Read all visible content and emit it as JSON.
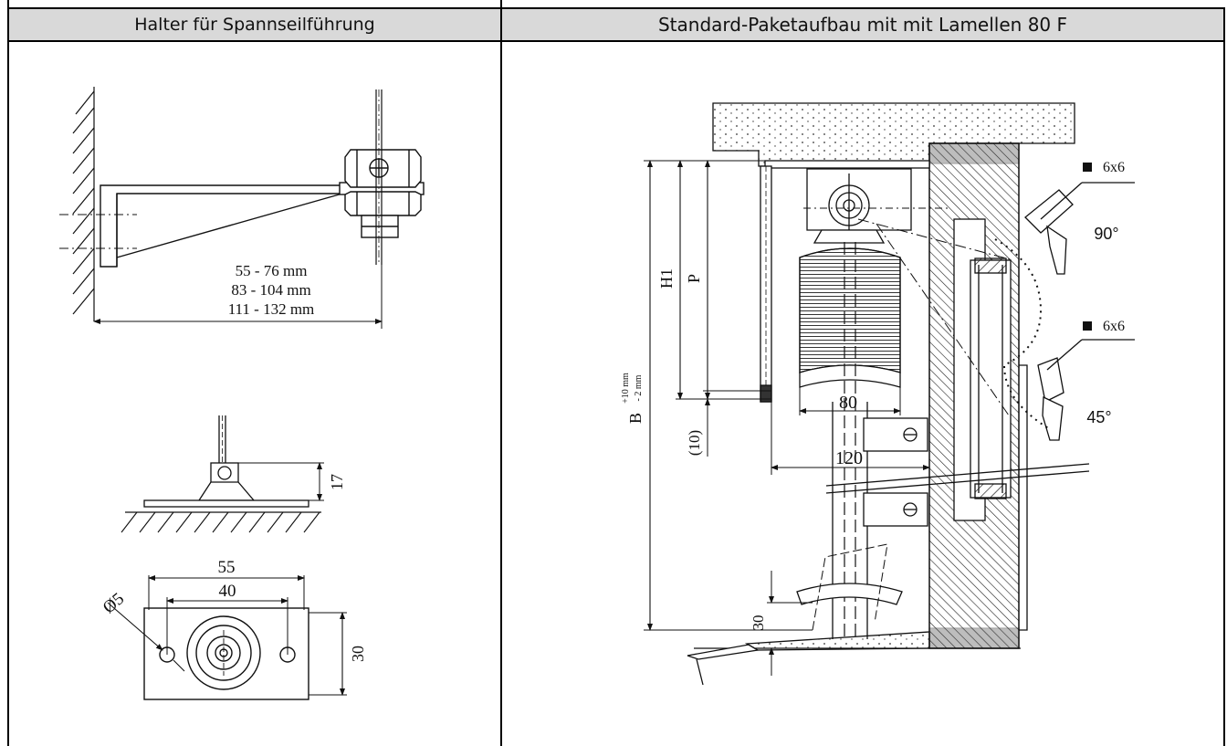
{
  "panels": {
    "left": {
      "title": "Halter für Spannseilführung",
      "bracket_lengths": [
        "55 - 76 mm",
        "83 - 104 mm",
        "111 - 132 mm"
      ],
      "foot_height": "17",
      "plate_width": "55",
      "hole_spacing": "40",
      "hole_diameter": "Ø5",
      "plate_depth": "30"
    },
    "right": {
      "title": "Standard-Paketaufbau mit mit Lamellen 80 F",
      "dim_h1": "H1",
      "dim_p": "P",
      "dim_b": "B",
      "dim_b_tol_upper": "+10 mm",
      "dim_b_tol_lower": "- 2 mm",
      "dim_10": "(10)",
      "dim_80": "80",
      "dim_120": "120",
      "dim_30": "30",
      "section_top": "6x6",
      "section_bottom": "6x6",
      "angle_top": "90°",
      "angle_bottom": "45°"
    }
  }
}
